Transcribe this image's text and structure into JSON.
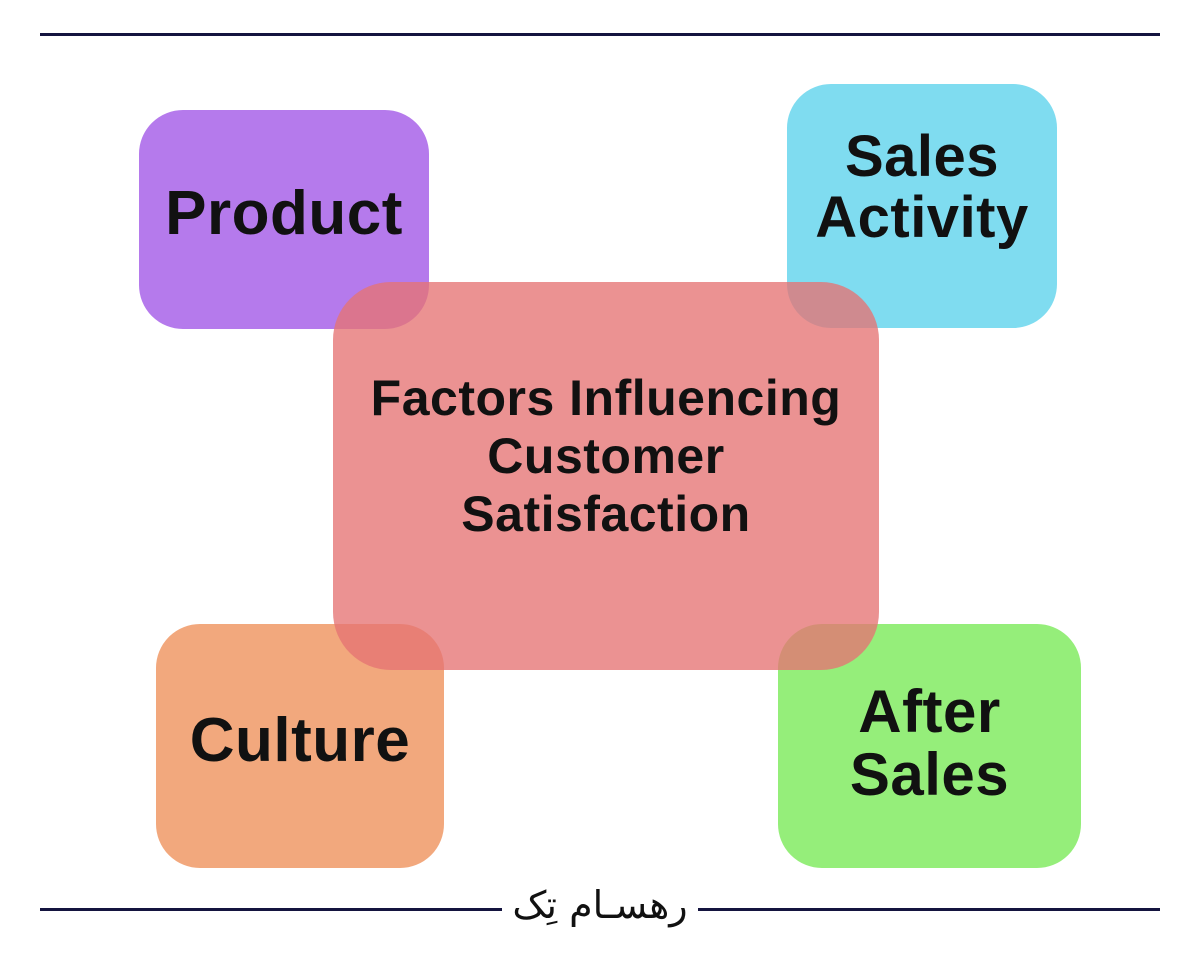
{
  "diagram": {
    "center": {
      "label": "Factors Influencing\nCustomer\nSatisfaction",
      "color": "#e57373"
    },
    "factors": [
      {
        "id": "product",
        "label": "Product",
        "color": "#b57aec"
      },
      {
        "id": "sales-activity",
        "label": "Sales\nActivity",
        "color": "#7fdcf0"
      },
      {
        "id": "culture",
        "label": "Culture",
        "color": "#f2a87d"
      },
      {
        "id": "after-sales",
        "label": "After\nSales",
        "color": "#95ee7a"
      }
    ]
  },
  "footer": {
    "brand": "رهسـام تِک"
  },
  "colors": {
    "rule": "#14143f"
  }
}
